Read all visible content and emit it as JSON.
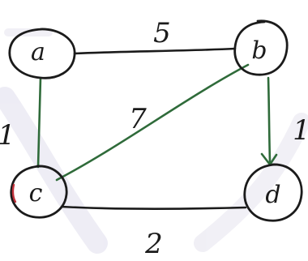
{
  "graph": {
    "nodes": [
      {
        "id": "a",
        "label": "a"
      },
      {
        "id": "b",
        "label": "b"
      },
      {
        "id": "c",
        "label": "c"
      },
      {
        "id": "d",
        "label": "d"
      }
    ],
    "edges": [
      {
        "from": "a",
        "to": "b",
        "weight": "5",
        "directed": false,
        "color": "#1b1b1b"
      },
      {
        "from": "a",
        "to": "c",
        "weight": "1",
        "directed": false,
        "color": "#2f6b3a"
      },
      {
        "from": "c",
        "to": "b",
        "weight": "7",
        "directed": false,
        "color": "#2f6b3a"
      },
      {
        "from": "b",
        "to": "d",
        "weight": "1",
        "directed": true,
        "color": "#2f6b3a"
      },
      {
        "from": "c",
        "to": "d",
        "weight": "2",
        "directed": false,
        "color": "#1b1b1b"
      }
    ]
  },
  "colors": {
    "ink": "#1b1b1b",
    "green_ink": "#2f6b3a",
    "watermark": "#ecebf4",
    "red_mark": "#c0303a"
  }
}
